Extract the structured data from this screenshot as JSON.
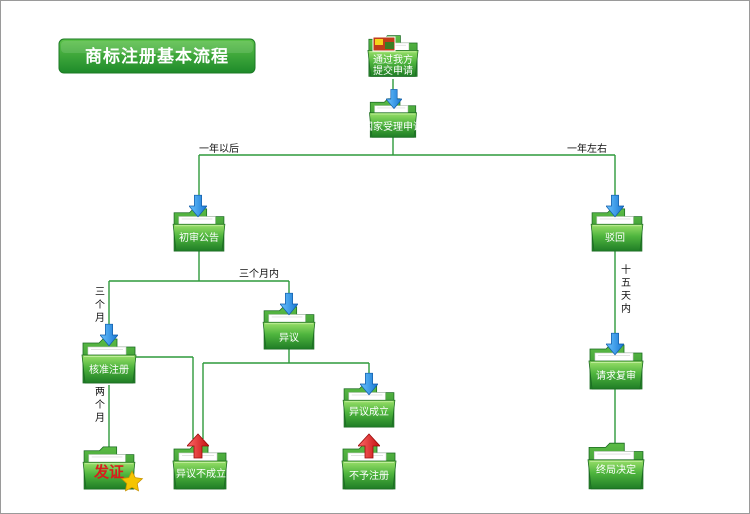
{
  "title": "商标注册基本流程",
  "colors": {
    "line": "#2e9a3c",
    "folder_dark": "#2b8f2f",
    "folder_light": "#8fd65c",
    "title_bg": "#2f9a36",
    "arrow_blue": "#2a8ee0",
    "arrow_red": "#e02020",
    "star": "#f5c400",
    "stamp_red": "#d81e1e"
  },
  "nodes": {
    "submit": {
      "label_line1": "通过我方",
      "label_line2": "提交申请",
      "icon": "photo-folder-icon"
    },
    "accept": {
      "label": "国家受理申请",
      "icon": "folder-down-arrow-icon"
    },
    "prelim": {
      "label": "初审公告",
      "icon": "folder-down-arrow-icon"
    },
    "reject": {
      "label": "驳回",
      "icon": "folder-down-arrow-icon"
    },
    "objection": {
      "label": "异议",
      "icon": "folder-down-arrow-icon"
    },
    "approve": {
      "label": "核准注册",
      "icon": "folder-down-arrow-icon"
    },
    "review": {
      "label": "请求复审",
      "icon": "folder-down-arrow-icon"
    },
    "obj_ok": {
      "label": "异议成立",
      "icon": "folder-down-arrow-icon"
    },
    "certificate": {
      "label": "发证",
      "icon": "folder-star-icon"
    },
    "obj_fail": {
      "label": "异议不成立",
      "icon": "folder-up-arrow-icon"
    },
    "no_register": {
      "label": "不予注册",
      "icon": "folder-up-arrow-icon"
    },
    "final": {
      "label": "终局决定",
      "icon": "folder-icon"
    }
  },
  "edge_labels": {
    "after_one_year": "一年以后",
    "about_one_year": "一年左右",
    "within_three_months": "三个月内",
    "three_months": [
      "三",
      "个",
      "月"
    ],
    "two_months": [
      "两",
      "个",
      "月"
    ],
    "fifteen_days": [
      "十",
      "五",
      "天",
      "内"
    ]
  }
}
